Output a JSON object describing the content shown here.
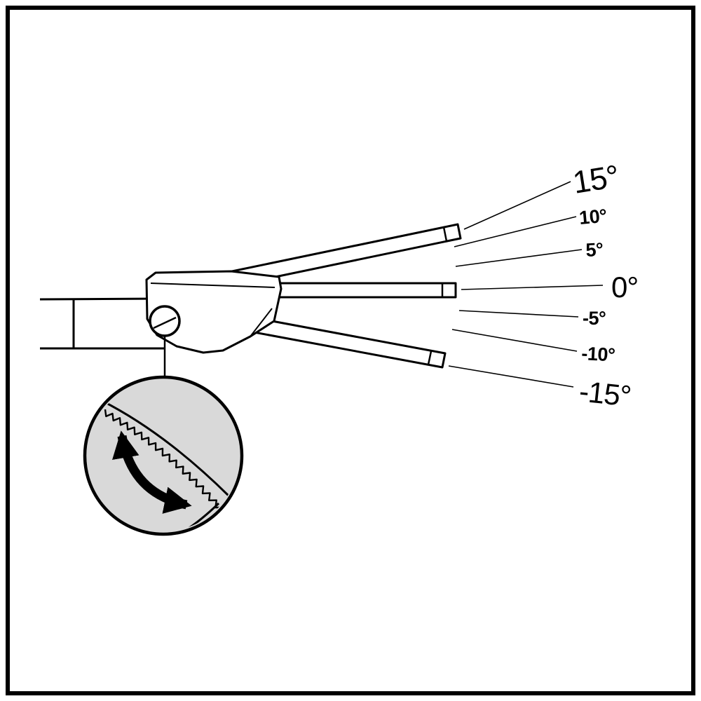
{
  "figure": {
    "colors": {
      "background": "#ffffff",
      "stroke": "#000000",
      "detail_fill": "#d9d9d9"
    },
    "angle_labels": [
      {
        "text": "15°"
      },
      {
        "text": "10°"
      },
      {
        "text": "5°"
      },
      {
        "text": "0°"
      },
      {
        "text": "-5°"
      },
      {
        "text": "-10°"
      },
      {
        "text": "-15°"
      }
    ]
  }
}
